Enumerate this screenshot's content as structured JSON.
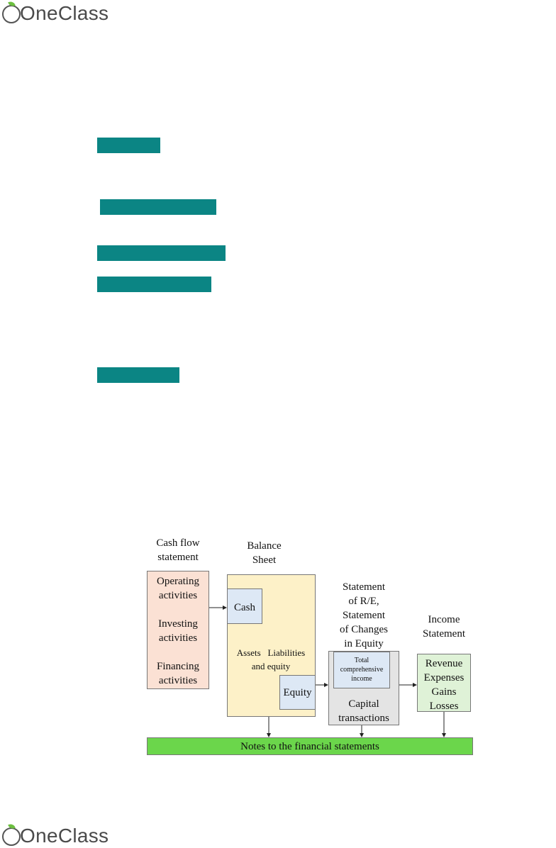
{
  "brand": {
    "name": "OneClass"
  },
  "diagram": {
    "cash_flow": {
      "title": "Cash flow\nstatement",
      "operating": "Operating\nactivities",
      "investing": "Investing\nactivities",
      "financing": "Financing\nactivities"
    },
    "balance_sheet": {
      "title": "Balance\nSheet",
      "cash": "Cash",
      "assets_liabilities": "Assets   Liabilities\nand equity",
      "equity": "Equity"
    },
    "retained_earnings": {
      "title": "Statement\nof R/E,\nStatement\nof Changes\nin Equity",
      "total_income": "Total\ncomprehensive\nincome",
      "capital": "Capital\ntransactions"
    },
    "income_statement": {
      "title": "Income\nStatement",
      "items": "Revenue\nExpenses\nGains\nLosses"
    },
    "notes": "Notes to the financial statements"
  }
}
